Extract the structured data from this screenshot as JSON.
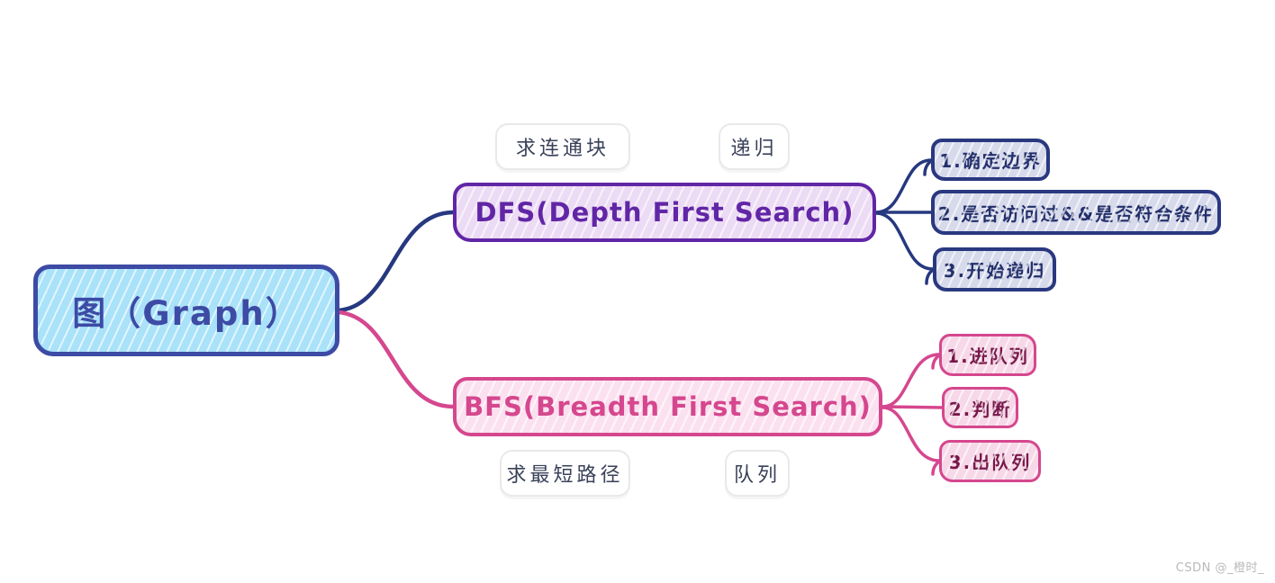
{
  "mindmap": {
    "root": {
      "label": "图（Graph）",
      "fill": "#a9e2f9",
      "border": "#3d4ba5"
    },
    "branches": [
      {
        "id": "dfs",
        "label": "DFS(Depth First Search)",
        "fill": "#ecdbf4",
        "border": "#6126a6",
        "text_color": "#6126a6",
        "connector_color": "#26387f",
        "tags": [
          {
            "label": "求连通块"
          },
          {
            "label": "递归"
          }
        ],
        "children": [
          {
            "label": "1.确定边界"
          },
          {
            "label": "2.是否访问过&&是否符合条件"
          },
          {
            "label": "3.开始递归"
          }
        ],
        "child_style": {
          "fill": "#d6daeb",
          "border": "#2a3880",
          "text_color": "#232f6b"
        }
      },
      {
        "id": "bfs",
        "label": "BFS(Breadth First Search)",
        "fill": "#fbe1ef",
        "border": "#d5478e",
        "text_color": "#d5478e",
        "connector_color": "#d5478e",
        "tags": [
          {
            "label": "求最短路径"
          },
          {
            "label": "队列"
          }
        ],
        "children": [
          {
            "label": "1.进队列"
          },
          {
            "label": "2.判断"
          },
          {
            "label": "3.出队列"
          }
        ],
        "child_style": {
          "fill": "#f7d8e8",
          "border": "#d5478e",
          "text_color": "#77184a"
        }
      }
    ],
    "tag_style": {
      "fill": "#ffffff",
      "border": "#e9e9e9",
      "text_color": "#3a4159"
    }
  },
  "watermark": {
    "text": "CSDN @_橙时_",
    "color": "#b9b9b9"
  }
}
